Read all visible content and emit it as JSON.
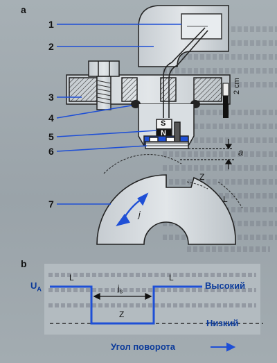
{
  "panel_a": {
    "label": "a",
    "callouts": [
      "1",
      "2",
      "3",
      "4",
      "5",
      "6",
      "7"
    ],
    "magnet_s": "S",
    "magnet_n": "N",
    "scale_label": "2 cm",
    "gap_label": "a",
    "rotor_tooth_label": "L",
    "rotor_gap_label": "Z",
    "rotation_label": "j"
  },
  "panel_b": {
    "label": "b",
    "signal_label": "U",
    "signal_subscript": "A",
    "high_level_left": "L",
    "high_level_right": "L",
    "low_level": "Z",
    "width_label": "j",
    "width_subscript": "s",
    "high_text": "Высокий",
    "low_text": "Низкий",
    "axis_text": "Угол поворота"
  },
  "colors": {
    "accent": "#1e4fd6",
    "metal": "#cfd5d9",
    "dark": "#222"
  }
}
